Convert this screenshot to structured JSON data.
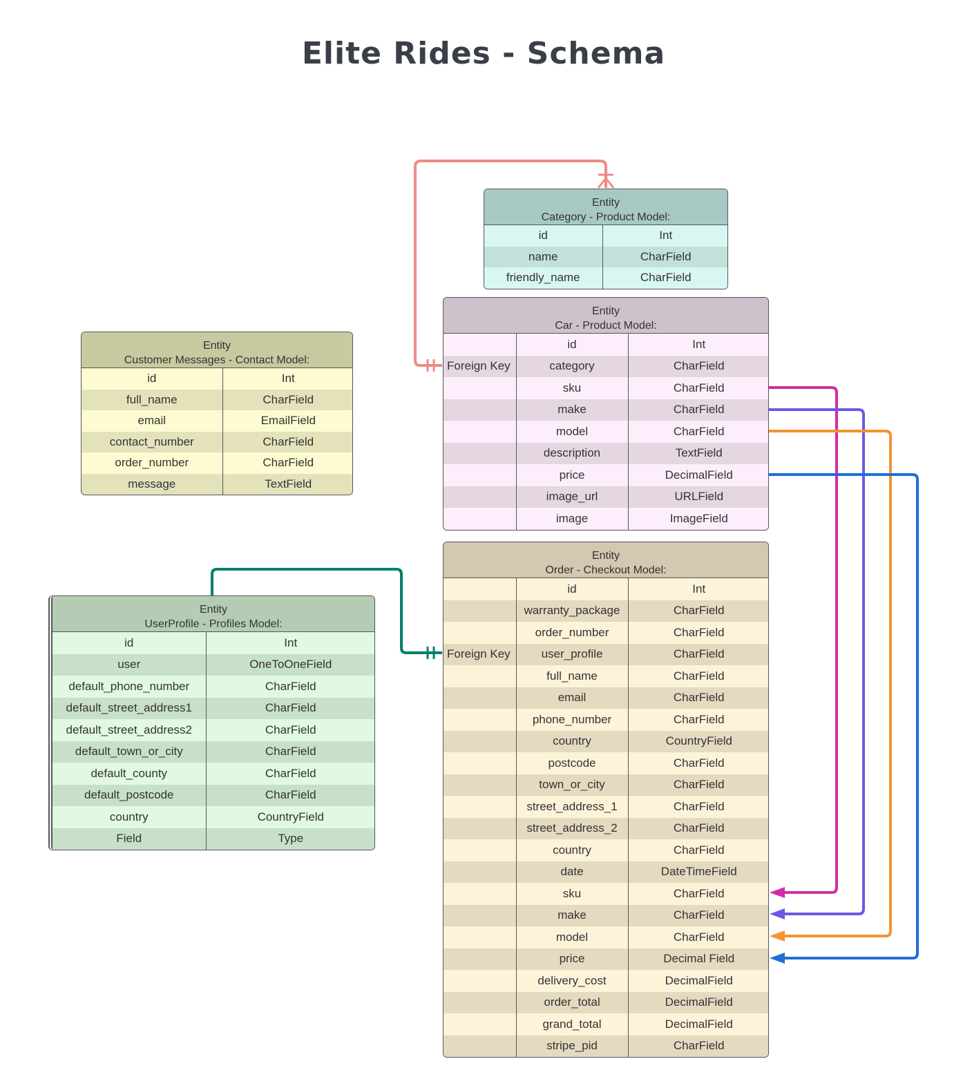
{
  "title": "Elite Rides - Schema",
  "entities": {
    "category": {
      "label": "Entity",
      "name": "Category - Product Model:",
      "colors": {
        "header": "#a8c8c4",
        "odd": "#d8f7f3",
        "even": "#c2e1db"
      },
      "rows": [
        {
          "key": "",
          "field": "id",
          "type": "Int"
        },
        {
          "key": "",
          "field": "name",
          "type": "CharField"
        },
        {
          "key": "",
          "field": "friendly_name",
          "type": "CharField"
        }
      ]
    },
    "car": {
      "label": "Entity",
      "name": "Car - Product Model:",
      "colors": {
        "header": "#cdc1cb",
        "odd": "#fdeefc",
        "even": "#e4d7e1"
      },
      "rows": [
        {
          "key": "",
          "field": "id",
          "type": "Int"
        },
        {
          "key": "Foreign Key",
          "field": "category",
          "type": "CharField"
        },
        {
          "key": "",
          "field": "sku",
          "type": "CharField"
        },
        {
          "key": "",
          "field": "make",
          "type": "CharField"
        },
        {
          "key": "",
          "field": "model",
          "type": "CharField"
        },
        {
          "key": "",
          "field": "description",
          "type": "TextField"
        },
        {
          "key": "",
          "field": "price",
          "type": "DecimalField"
        },
        {
          "key": "",
          "field": "image_url",
          "type": "URLField"
        },
        {
          "key": "",
          "field": "image",
          "type": "ImageField"
        }
      ]
    },
    "contact": {
      "label": "Entity",
      "name": "Customer Messages - Contact Model:",
      "colors": {
        "header": "#c9c9a0",
        "odd": "#fdfbd1",
        "even": "#e4e2bb"
      },
      "rows": [
        {
          "key": "",
          "field": "id",
          "type": "Int"
        },
        {
          "key": "",
          "field": "full_name",
          "type": "CharField"
        },
        {
          "key": "",
          "field": "email",
          "type": "EmailField"
        },
        {
          "key": "",
          "field": "contact_number",
          "type": "CharField"
        },
        {
          "key": "",
          "field": "order_number",
          "type": "CharField"
        },
        {
          "key": "",
          "field": "message",
          "type": "TextField"
        }
      ]
    },
    "profile": {
      "label": "Entity",
      "name": "UserProfile - Profiles Model:",
      "colors": {
        "header": "#b5ccb4",
        "odd": "#e1f9e0",
        "even": "#c9e0c8"
      },
      "rows": [
        {
          "key": "",
          "field": "id",
          "type": "Int"
        },
        {
          "key": "",
          "field": "user",
          "type": "OneToOneField"
        },
        {
          "key": "",
          "field": "default_phone_number",
          "type": "CharField"
        },
        {
          "key": "",
          "field": "default_street_address1",
          "type": "CharField"
        },
        {
          "key": "",
          "field": "default_street_address2",
          "type": "CharField"
        },
        {
          "key": "",
          "field": "default_town_or_city",
          "type": "CharField"
        },
        {
          "key": "",
          "field": "default_county",
          "type": "CharField"
        },
        {
          "key": "",
          "field": "default_postcode",
          "type": "CharField"
        },
        {
          "key": "",
          "field": "country",
          "type": "CountryField"
        },
        {
          "key": "",
          "field": "Field",
          "type": "Type"
        }
      ]
    },
    "order": {
      "label": "Entity",
      "name": "Order - Checkout Model:",
      "colors": {
        "header": "#d3c8b0",
        "odd": "#fdf3d9",
        "even": "#e4dac0"
      },
      "rows": [
        {
          "key": "",
          "field": "id",
          "type": "Int"
        },
        {
          "key": "",
          "field": "warranty_package",
          "type": "CharField"
        },
        {
          "key": "",
          "field": "order_number",
          "type": "CharField"
        },
        {
          "key": "Foreign Key",
          "field": "user_profile",
          "type": "CharField"
        },
        {
          "key": "",
          "field": "full_name",
          "type": "CharField"
        },
        {
          "key": "",
          "field": "email",
          "type": "CharField"
        },
        {
          "key": "",
          "field": "phone_number",
          "type": "CharField"
        },
        {
          "key": "",
          "field": "country",
          "type": "CountryField"
        },
        {
          "key": "",
          "field": "postcode",
          "type": "CharField"
        },
        {
          "key": "",
          "field": "town_or_city",
          "type": "CharField"
        },
        {
          "key": "",
          "field": "street_address_1",
          "type": "CharField"
        },
        {
          "key": "",
          "field": "street_address_2",
          "type": "CharField"
        },
        {
          "key": "",
          "field": "country",
          "type": "CharField"
        },
        {
          "key": "",
          "field": "date",
          "type": "DateTimeField"
        },
        {
          "key": "",
          "field": "sku",
          "type": "CharField"
        },
        {
          "key": "",
          "field": "make",
          "type": "CharField"
        },
        {
          "key": "",
          "field": "model",
          "type": "CharField"
        },
        {
          "key": "",
          "field": "price",
          "type": "Decimal Field"
        },
        {
          "key": "",
          "field": "delivery_cost",
          "type": "DecimalField"
        },
        {
          "key": "",
          "field": "order_total",
          "type": "DecimalField"
        },
        {
          "key": "",
          "field": "grand_total",
          "type": "DecimalField"
        },
        {
          "key": "",
          "field": "stripe_pid",
          "type": "CharField"
        }
      ]
    }
  },
  "relationships": [
    {
      "from": "car.category",
      "to": "category",
      "color": "#f08a84"
    },
    {
      "from": "order.user_profile",
      "to": "profile",
      "color": "#00806b"
    },
    {
      "from": "car.sku",
      "to": "order.sku",
      "color": "#d42ba6"
    },
    {
      "from": "car.make",
      "to": "order.make",
      "color": "#6b5ae6"
    },
    {
      "from": "car.model",
      "to": "order.model",
      "color": "#f39431"
    },
    {
      "from": "car.price",
      "to": "order.price",
      "color": "#1e6fd8"
    }
  ]
}
